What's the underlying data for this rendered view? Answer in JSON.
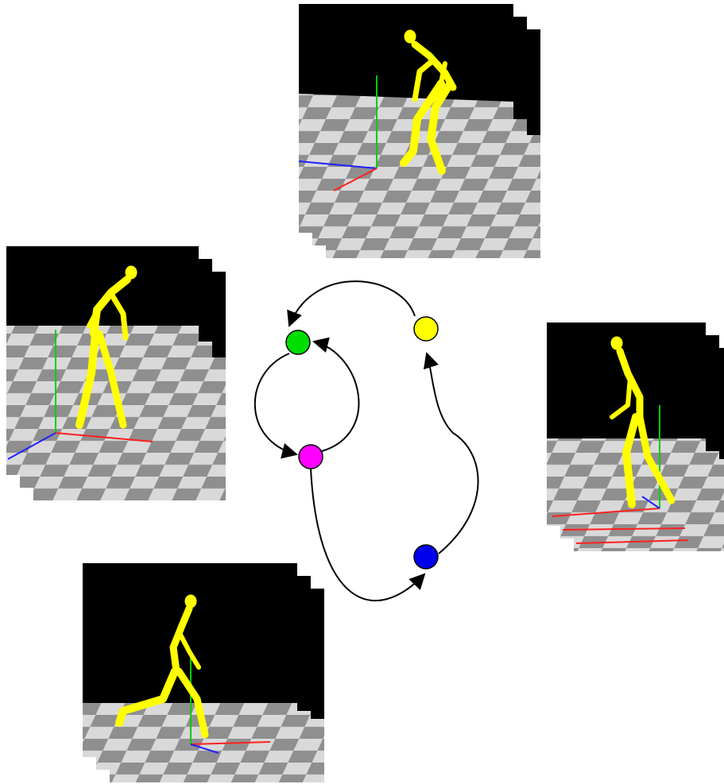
{
  "colors": {
    "sky": "#000000",
    "floor_light": "#d9d9d9",
    "floor_dark": "#8f8f8f",
    "figure": "#ffff00",
    "axis_y": "#00cc00",
    "axis_x": "#ff2020",
    "axis_z": "#2020ff",
    "edge": "#000000"
  },
  "nodes": [
    {
      "id": "green",
      "color": "#00dd00"
    },
    {
      "id": "yellow",
      "color": "#ffff00"
    },
    {
      "id": "magenta",
      "color": "#ff00ff"
    },
    {
      "id": "blue",
      "color": "#0000ee"
    }
  ],
  "edges": [
    {
      "from": "yellow",
      "to": "green"
    },
    {
      "from": "green",
      "to": "magenta"
    },
    {
      "from": "magenta",
      "to": "green"
    },
    {
      "from": "magenta",
      "to": "blue"
    },
    {
      "from": "blue",
      "to": "yellow"
    }
  ],
  "panels": [
    {
      "id": "top",
      "pose": "crouch"
    },
    {
      "id": "left",
      "pose": "bent"
    },
    {
      "id": "right",
      "pose": "walk-left"
    },
    {
      "id": "bottom",
      "pose": "stride"
    }
  ]
}
